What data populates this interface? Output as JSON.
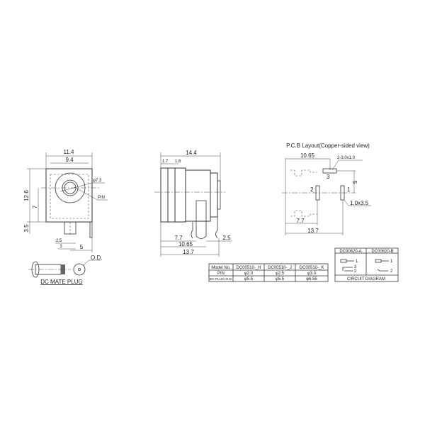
{
  "front_view": {
    "dims": {
      "width_outer": "11.4",
      "width_inner": "9.4",
      "height": "12.6",
      "center_height": "7",
      "pin_length": "3.5",
      "pin_a": "2.5",
      "pin_b": "3",
      "pin_c": "5",
      "diameter": "φ7.3"
    },
    "pin_label": "PIN"
  },
  "mate_plug": {
    "od_label": "O.D.",
    "caption": "DC MATE PLUG"
  },
  "side_view": {
    "dims": {
      "length": "14.4",
      "flange1": "1.7",
      "flange2": "1.8",
      "d1": "7.7",
      "d2": "10.65",
      "d3": "13.7",
      "d4": "2.5"
    }
  },
  "pcb_layout": {
    "title": "P.C.B Layout(Copper-sided  view)",
    "dims": {
      "top": "10.65",
      "slot": "2-3.0x1.0",
      "vertical": "5",
      "pad": "1.0x3.5",
      "d1": "7.7",
      "d2": "13.7"
    },
    "pins": [
      "1",
      "2",
      "3"
    ]
  },
  "model_table": {
    "headers": [
      "Model No.",
      "DC00510-_H",
      "DC00510-_J",
      "DC00510-_K"
    ],
    "rows": [
      [
        "PIN",
        "φ2.0",
        "φ2.5",
        "φ3.0"
      ],
      [
        "DC PLUG O.D.",
        "φ5.5",
        "φ5.5",
        "φ6.55"
      ]
    ]
  },
  "circuit_table": {
    "headers": [
      "DC00620-A",
      "DC00620-B"
    ],
    "a_pins": [
      "1",
      "3",
      "2"
    ],
    "b_pins": [
      "1",
      "2"
    ],
    "caption": "CIRCUIT DIAGRAM"
  }
}
